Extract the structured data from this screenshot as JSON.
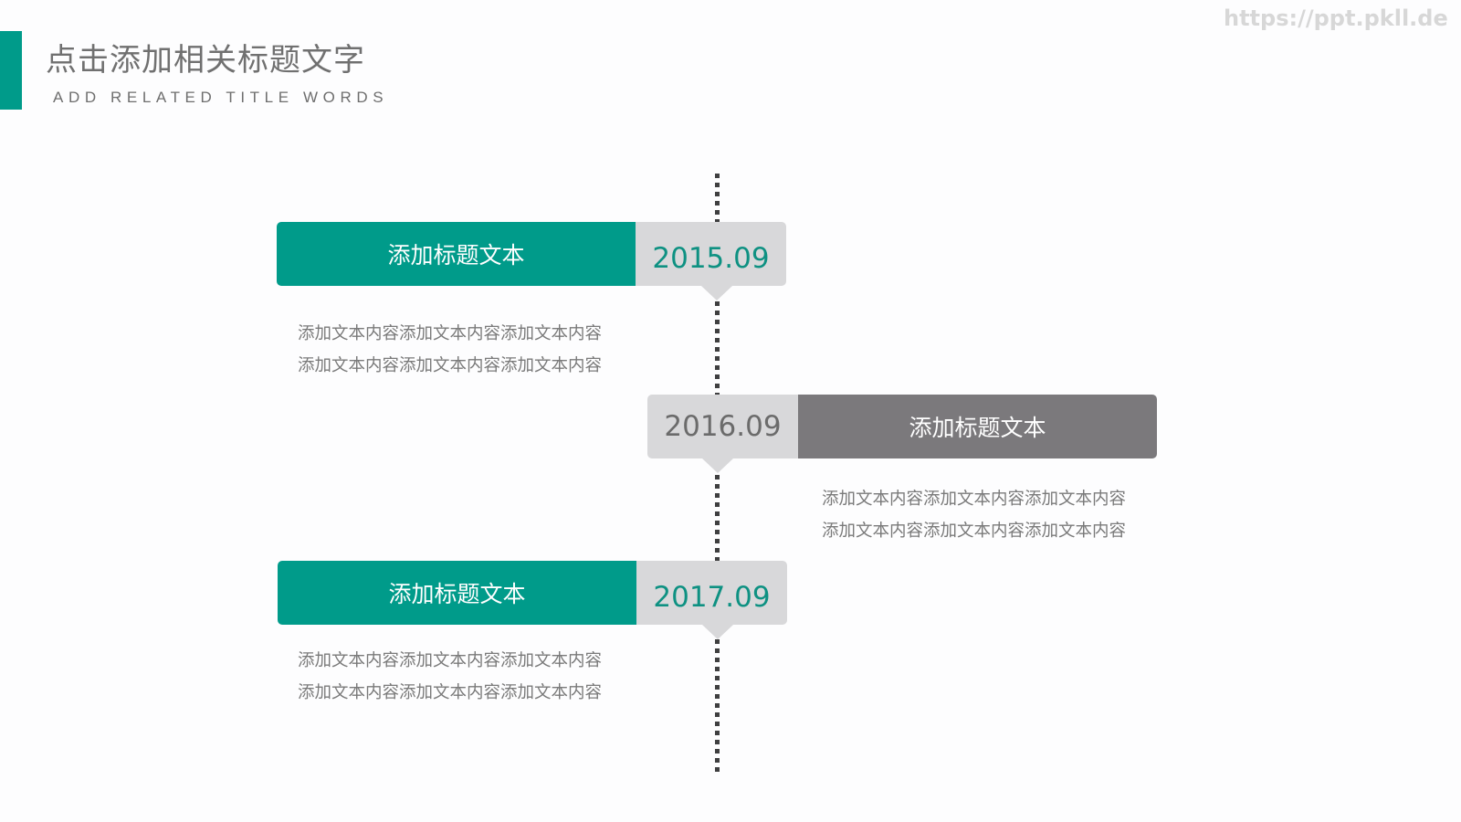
{
  "header": {
    "title_cn": "点击添加相关标题文字",
    "title_en": "ADD RELATED TITLE WORDS",
    "accent_color": "#009b8a"
  },
  "watermark": "https://ppt.pkll.de",
  "timeline": {
    "line_color": "#3f3f40",
    "items": [
      {
        "date": "2015.09",
        "title": "添加标题文本",
        "side": "left",
        "title_color": "#009b8a",
        "date_color": "#0e9182",
        "desc": [
          "添加文本内容添加文本内容添加文本内容",
          "添加文本内容添加文本内容添加文本内容"
        ]
      },
      {
        "date": "2016.09",
        "title": "添加标题文本",
        "side": "right",
        "title_color": "#7b797c",
        "date_color": "#6b6b6b",
        "desc": [
          "添加文本内容添加文本内容添加文本内容",
          "添加文本内容添加文本内容添加文本内容"
        ]
      },
      {
        "date": "2017.09",
        "title": "添加标题文本",
        "side": "left",
        "title_color": "#009b8a",
        "date_color": "#0e9182",
        "desc": [
          "添加文本内容添加文本内容添加文本内容",
          "添加文本内容添加文本内容添加文本内容"
        ]
      }
    ]
  }
}
